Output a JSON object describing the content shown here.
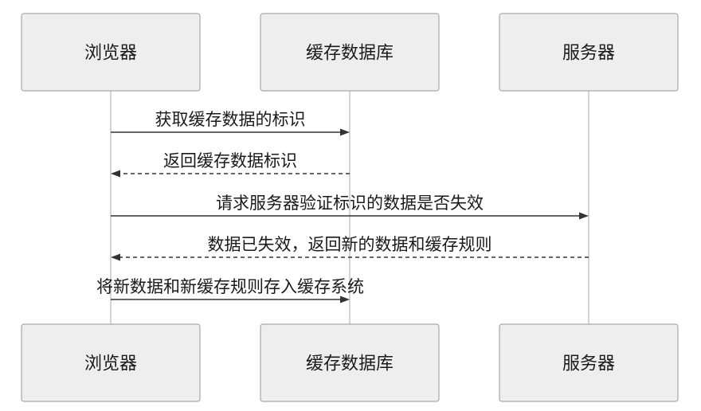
{
  "participants": [
    {
      "id": "browser",
      "label": "浏览器"
    },
    {
      "id": "cache",
      "label": "缓存数据库"
    },
    {
      "id": "server",
      "label": "服务器"
    }
  ],
  "messages": [
    {
      "from": "browser",
      "to": "cache",
      "style": "solid",
      "label": "获取缓存数据的标识"
    },
    {
      "from": "cache",
      "to": "browser",
      "style": "dashed",
      "label": "返回缓存数据标识"
    },
    {
      "from": "browser",
      "to": "server",
      "style": "solid",
      "label": "请求服务器验证标识的数据是否失效"
    },
    {
      "from": "server",
      "to": "browser",
      "style": "dashed",
      "label": "数据已失效，返回新的数据和缓存规则"
    },
    {
      "from": "browser",
      "to": "cache",
      "style": "solid",
      "label": "将新数据和新缓存规则存入缓存系统"
    }
  ]
}
